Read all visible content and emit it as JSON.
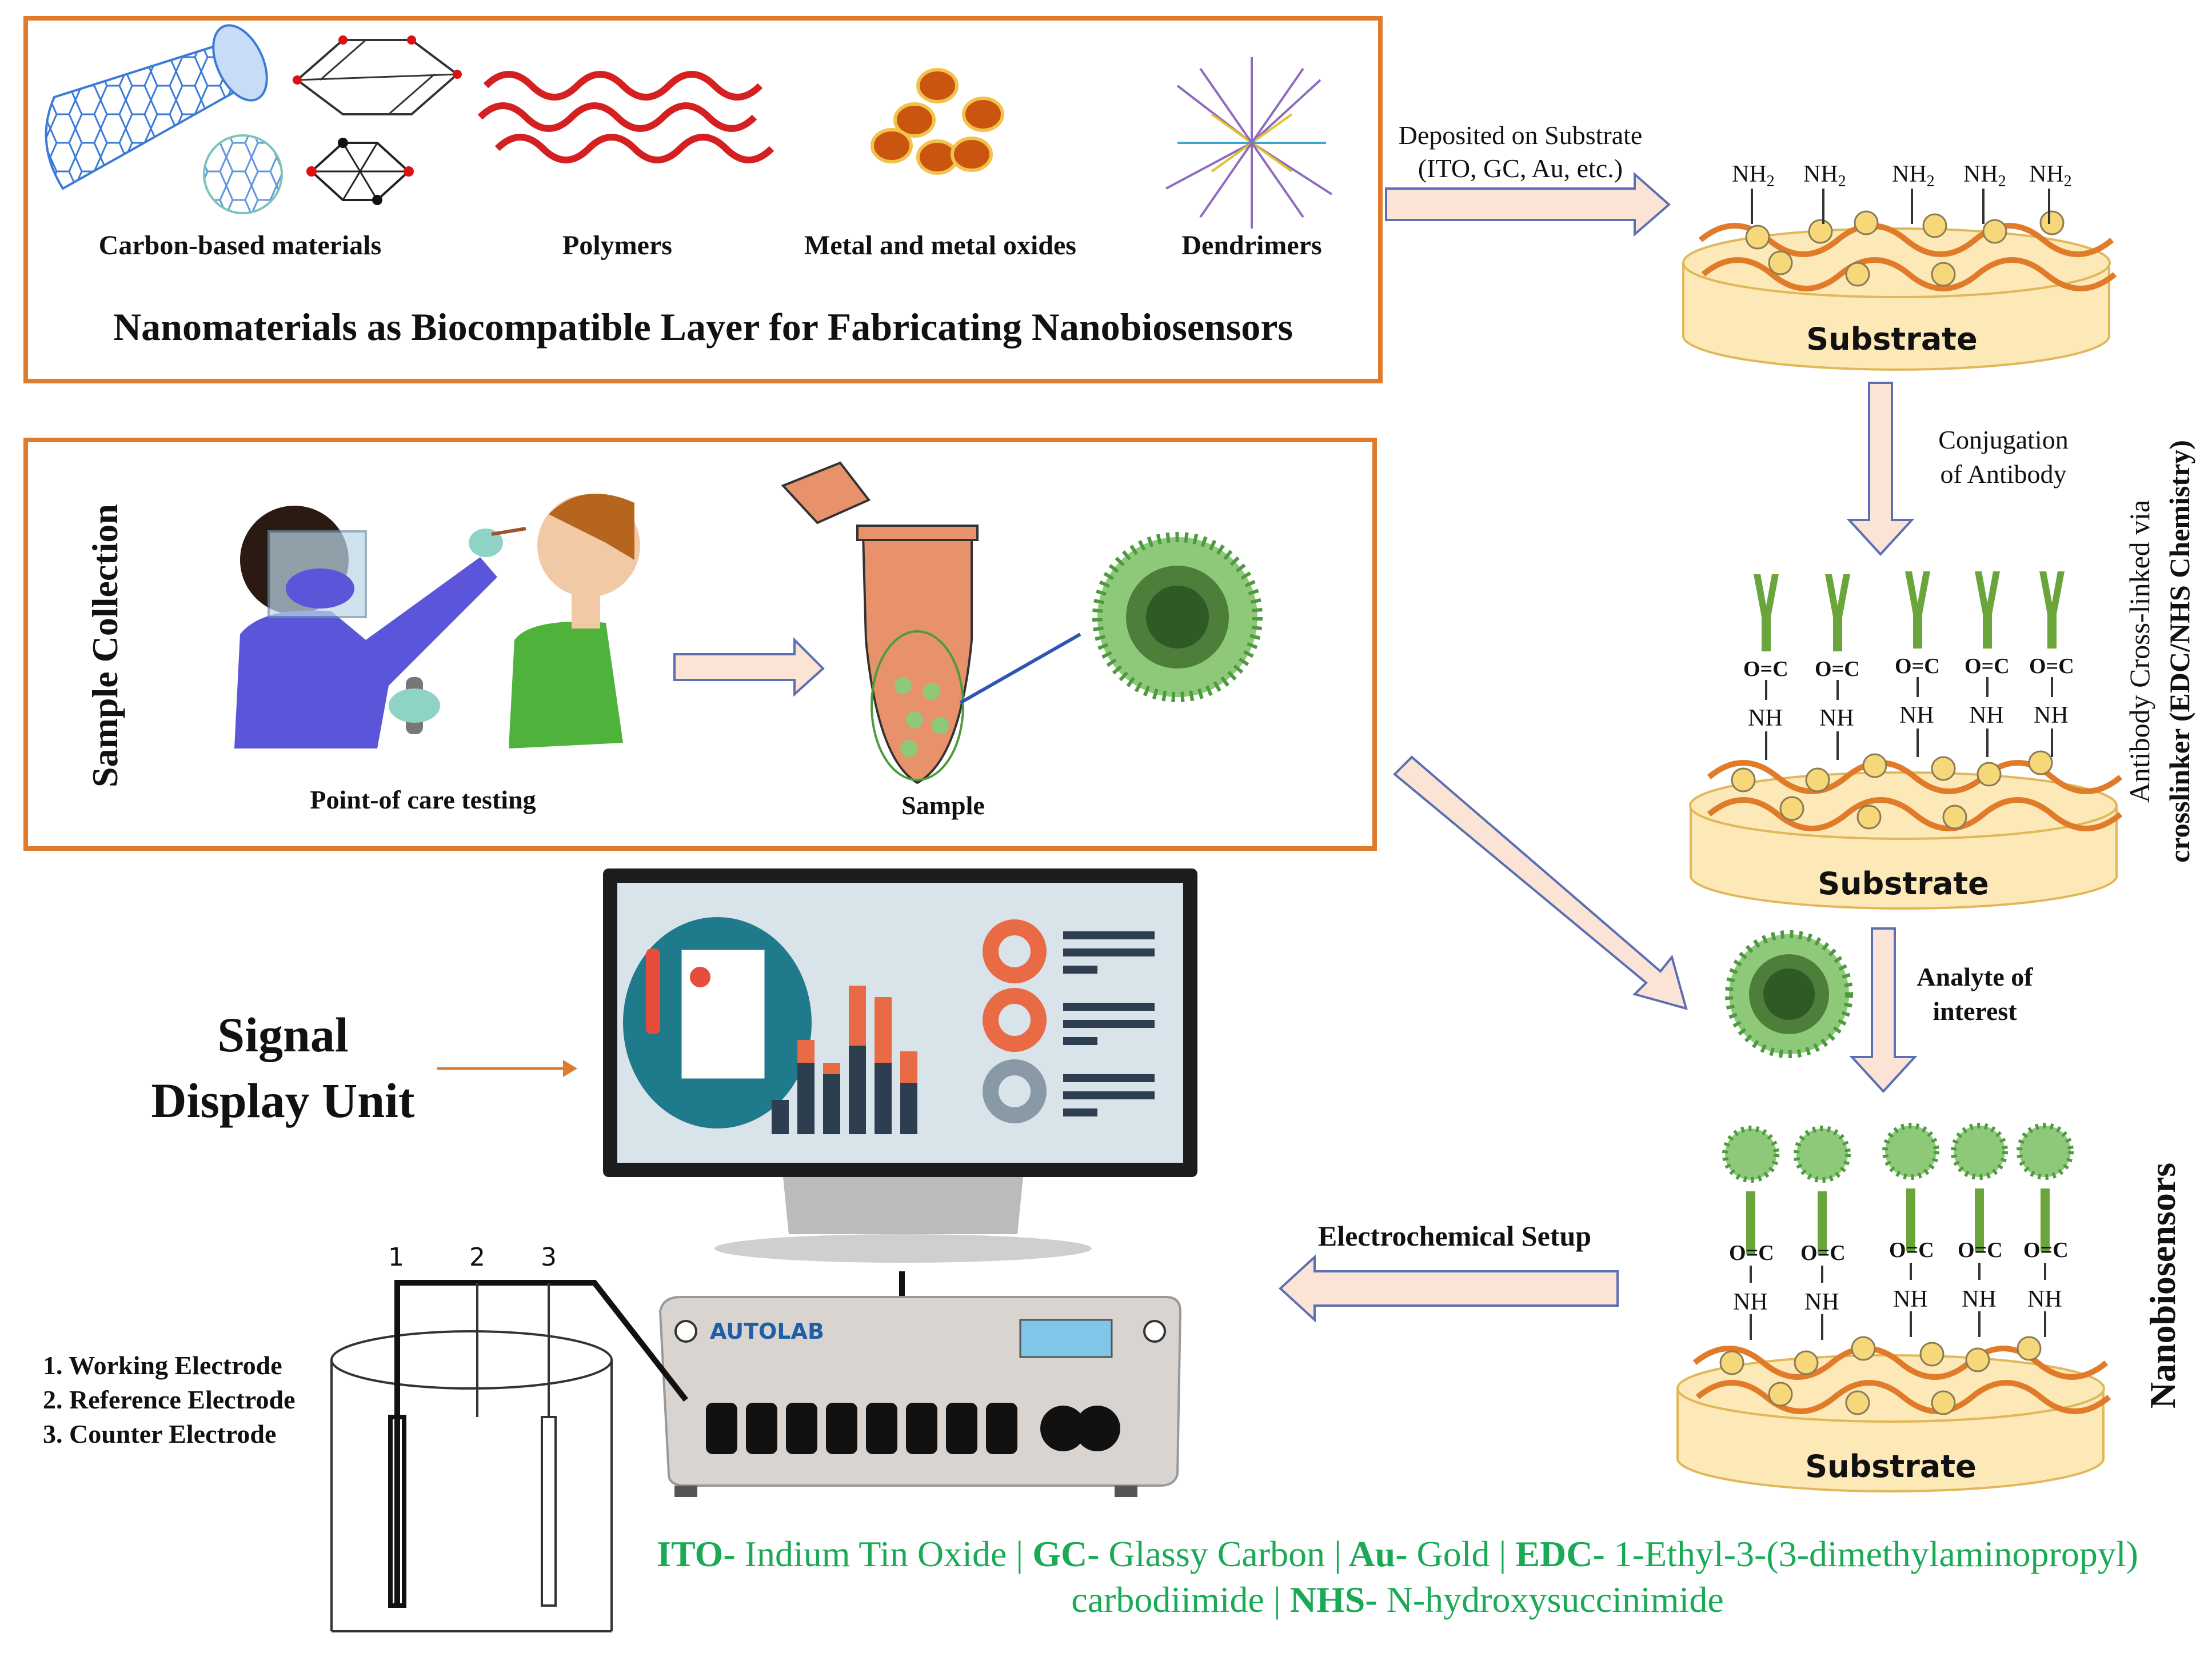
{
  "colors": {
    "box_border": "#e07b2a",
    "arrow_fill": "#fbe3d6",
    "arrow_stroke": "#5b6fb3",
    "substrate_fill": "#fde9b8",
    "polymer": "#e07b2a",
    "particle": "#f6d77a",
    "antibody": "#6aa53b",
    "legend_green": "#1aaa55",
    "virus": "#4e9a3f",
    "monitor_frame": "#222222",
    "screen_bg": "#d9e3ea"
  },
  "top_box": {
    "title": "Nanomaterials as Biocompatible Layer for Fabricating Nanobiosensors",
    "materials": [
      "Carbon-based materials",
      "Polymers",
      "Metal and metal oxides",
      "Dendrimers"
    ]
  },
  "deposit_arrow": {
    "line1": "Deposited on Substrate",
    "line2": "(ITO, GC, Au, etc.)"
  },
  "substrate": {
    "label": "Substrate",
    "nh2_label": "NH",
    "nh2_sub": "2",
    "nh_label": "NH",
    "oc_label": "O=C"
  },
  "conjugation": {
    "line1": "Conjugation",
    "line2": "of Antibody"
  },
  "side_label_1": {
    "line1": "Antibody Cross-linked via",
    "line2": "crosslinker (EDC/NHS Chemistry)"
  },
  "analyte": {
    "line1": "Analyte of",
    "line2": "interest"
  },
  "side_label_2": "Nanobiosensors",
  "sample_box": {
    "vertical_title": "Sample Collection",
    "poc_label": "Point-of care testing",
    "sample_label": "Sample"
  },
  "signal_display": {
    "line1": "Signal",
    "line2": "Display Unit"
  },
  "electrochem": {
    "label": "Electrochemical Setup",
    "device": "AUTOLAB"
  },
  "electrodes": {
    "numbers": [
      "1",
      "2",
      "3"
    ],
    "list": [
      "1.  Working Electrode",
      "2.  Reference Electrode",
      "3.  Counter Electrode"
    ]
  },
  "legend": [
    {
      "abbr": "ITO-",
      "full": " Indium Tin Oxide |"
    },
    {
      "abbr": " GC-",
      "full": " Glassy Carbon |"
    },
    {
      "abbr": " Au-",
      "full": " Gold |"
    },
    {
      "abbr": " EDC-",
      "full": " 1-Ethyl-3-(3-dimethylaminopropyl)"
    },
    {
      "abbr": "",
      "full": "carbodiimide |"
    },
    {
      "abbr": " NHS-",
      "full": " N-hydroxysuccinimide"
    }
  ]
}
